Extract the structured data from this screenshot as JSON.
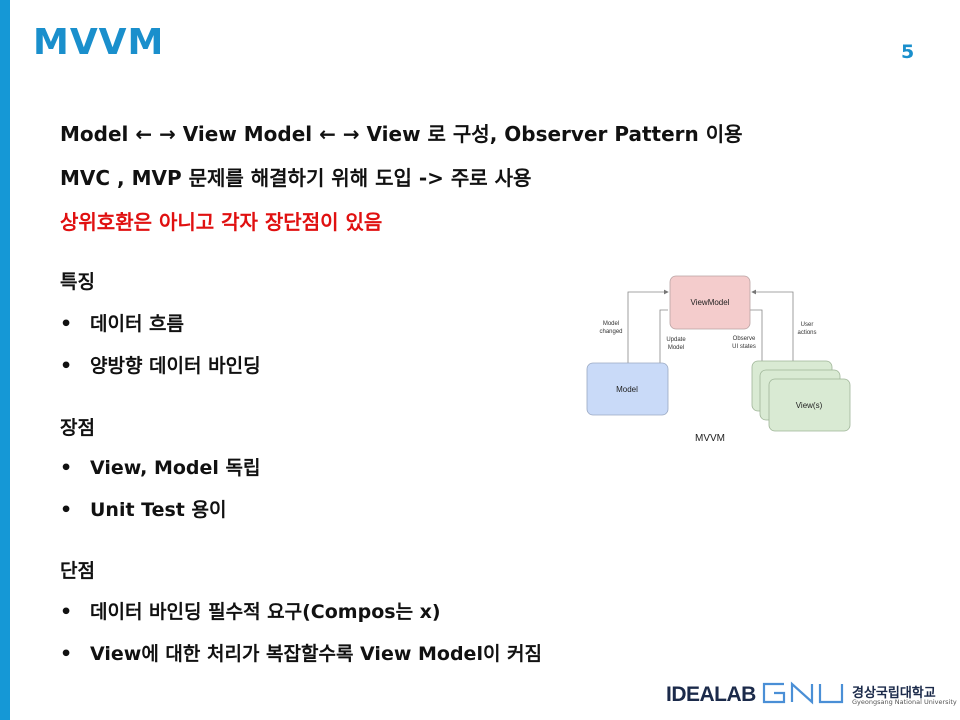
{
  "slide": {
    "title": "MVVM",
    "page_number": "5",
    "accent_color": "#1a8fcc",
    "highlight_color": "#e01010"
  },
  "intro": {
    "line1": "Model ← → View Model ← → View 로 구성, Observer Pattern 이용",
    "line2": "MVC , MVP 문제를 해결하기 위해 도입 -> 주로 사용",
    "line3": "상위호환은 아니고 각자 장단점이 있음"
  },
  "sections": {
    "features": {
      "heading": "특징",
      "items": [
        "데이터 흐름",
        "양방향 데이터 바인딩"
      ]
    },
    "pros": {
      "heading": "장점",
      "items": [
        "View, Model 독립",
        "Unit Test 용이"
      ]
    },
    "cons": {
      "heading": "단점",
      "items": [
        "데이터 바인딩 필수적 요구(Compos는 x)",
        "View에 대한 처리가 복잡할수록 View Model이 커짐"
      ]
    }
  },
  "bullet_symbol": "•",
  "diagram": {
    "viewmodel_label": "ViewModel",
    "model_label": "Model",
    "views_label": "View(s)",
    "arrow_model_changed_1": "Model",
    "arrow_model_changed_2": "changed",
    "arrow_update_model_1": "Update",
    "arrow_update_model_2": "Model",
    "arrow_observe_1": "Observe",
    "arrow_observe_2": "UI states",
    "arrow_user_actions_1": "User",
    "arrow_user_actions_2": "actions",
    "caption": "MVVM",
    "colors": {
      "viewmodel": "#f4cccc",
      "model": "#c9daf8",
      "views": "#d9ead3"
    }
  },
  "footer": {
    "lab": "IDEALAB",
    "gnu": "GNU",
    "univ_ko": "경상국립대학교",
    "univ_en": "Gyeongsang National University"
  }
}
